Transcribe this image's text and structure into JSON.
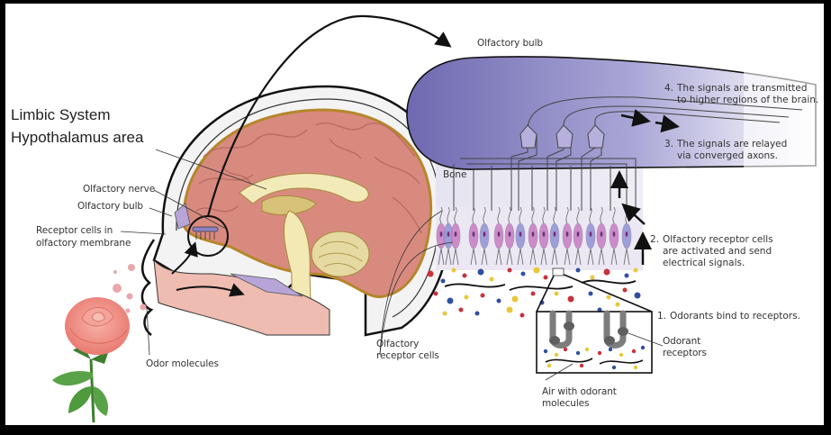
{
  "figure": {
    "title_labels": {
      "limbic_system": "Limbic System",
      "hypothalamus_area": "Hypothalamus area"
    },
    "head_labels": {
      "olfactory_nerve": "Olfactory nerve",
      "olfactory_bulb": "Olfactory bulb",
      "receptor_cells_line1": "Receptor cells in",
      "receptor_cells_line2": "olfactory membrane",
      "odor_molecules": "Odor molecules"
    },
    "detail_labels": {
      "olfactory_bulb": "Olfactory bulb",
      "bone": "Bone",
      "olfactory_receptor_cells_line1": "Olfactory",
      "olfactory_receptor_cells_line2": "receptor cells",
      "odorant_receptors_line1": "Odorant",
      "odorant_receptors_line2": "receptors",
      "air_line1": "Air with odorant",
      "air_line2": "molecules"
    },
    "steps": [
      {
        "num": "4.",
        "line1": "The signals are transmitted",
        "line2": "to higher regions of the brain."
      },
      {
        "num": "3.",
        "line1": "The signals are relayed",
        "line2": "via converged axons."
      },
      {
        "num": "2.",
        "line1": "Olfactory receptor cells",
        "line2": "are activated and send",
        "line3": "electrical signals."
      },
      {
        "num": "1.",
        "line1": "Odorants bind to receptors."
      }
    ],
    "colors": {
      "bulb_purple": "#6e69b0",
      "brain_pink": "#d98a7f",
      "cell_magenta": "#c77dc0",
      "cell_blue": "#8f93d4",
      "rose": "#f08f86",
      "leaf": "#4f9a3c"
    }
  }
}
